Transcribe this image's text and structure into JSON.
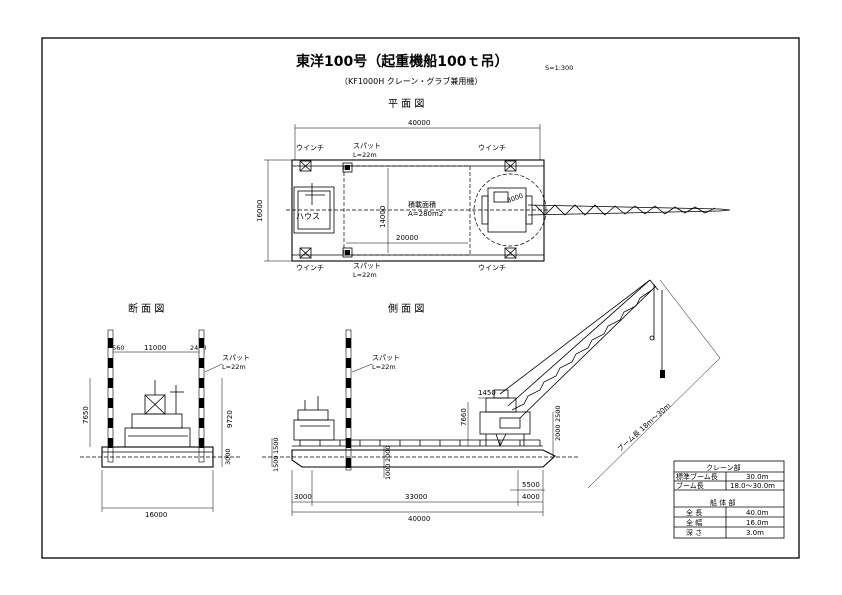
{
  "title": {
    "main": "東洋100号（起重機船100ｔ吊）",
    "scale": "S=1:300",
    "sub": "（KF1000H クレーン・グラブ兼用機）"
  },
  "views": {
    "plan": "平 面 図",
    "section": "断 面 図",
    "side": "側 面 図"
  },
  "plan": {
    "length": "40000",
    "width": "16000",
    "winch_tl": "ウインチ",
    "winch_tr": "ウインチ",
    "winch_bl": "ウインチ",
    "winch_br": "ウインチ",
    "spud_top": "スパット",
    "spud_top_len": "L=22m",
    "spud_bot": "スパット",
    "spud_bot_len": "L=22m",
    "house": "ハウス",
    "cargo_area": "積載面積",
    "cargo_value": "A=280m2",
    "cargo_len": "20000",
    "cargo_wid": "14000",
    "crane_dim": "8000"
  },
  "section": {
    "d_left": "2560",
    "d_mid": "11000",
    "d_right": "2450",
    "spud": "スパット",
    "spud_len": "L=22m",
    "h_left": "7650",
    "h_right": "9720",
    "depth": "3000",
    "width": "16000"
  },
  "side": {
    "spud": "スパット",
    "spud_len": "L=22m",
    "h1": "7660",
    "d1450": "1450",
    "h2000": "2000",
    "h2500": "2500",
    "side_1500": "1500",
    "side_1500b": "1500",
    "mid_1000": "1000",
    "mid_2000": "2000",
    "d5500": "5500",
    "d3000": "3000",
    "d33000": "33000",
    "d4000": "4000",
    "d40000": "40000",
    "boom_label": "ブーム長 18m～30m"
  },
  "spec_table": {
    "crane_head": "クレーン部",
    "rows_crane": [
      {
        "label": "標準ブーム長",
        "value": "30.0m"
      },
      {
        "label": "ブーム長",
        "value": "18.0～30.0m"
      }
    ],
    "hull_head": "船 体 部",
    "rows_hull": [
      {
        "label": "全 長",
        "value": "40.0m"
      },
      {
        "label": "全 幅",
        "value": "16.0m"
      },
      {
        "label": "深 さ",
        "value": "3.0m"
      }
    ]
  }
}
